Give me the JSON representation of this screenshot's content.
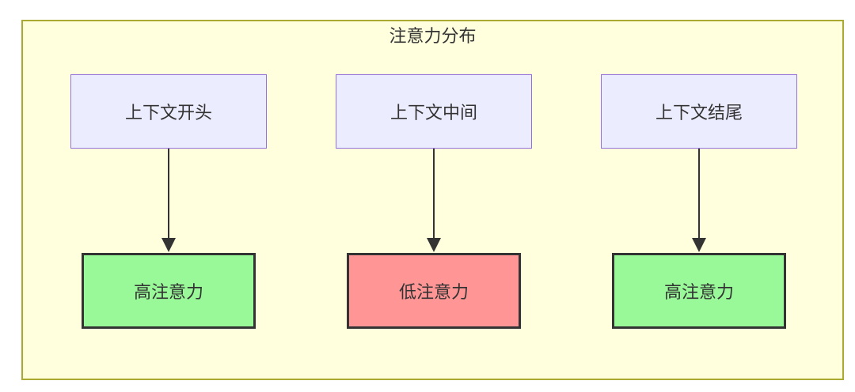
{
  "diagram": {
    "type": "flowchart",
    "title": "注意力分布",
    "columns": [
      {
        "source": {
          "label": "上下文开头"
        },
        "target": {
          "label": "高注意力",
          "level": "high"
        }
      },
      {
        "source": {
          "label": "上下文中间"
        },
        "target": {
          "label": "低注意力",
          "level": "low"
        }
      },
      {
        "source": {
          "label": "上下文结尾"
        },
        "target": {
          "label": "高注意力",
          "level": "high"
        }
      }
    ],
    "colors": {
      "container_bg": "#ffffde",
      "container_border": "#aaaa33",
      "source_bg": "#ececff",
      "source_border": "#9370db",
      "high_attention_bg": "#99f999",
      "low_attention_bg": "#ff9595",
      "target_border": "#333333",
      "arrow": "#333333",
      "text": "#333333"
    }
  }
}
